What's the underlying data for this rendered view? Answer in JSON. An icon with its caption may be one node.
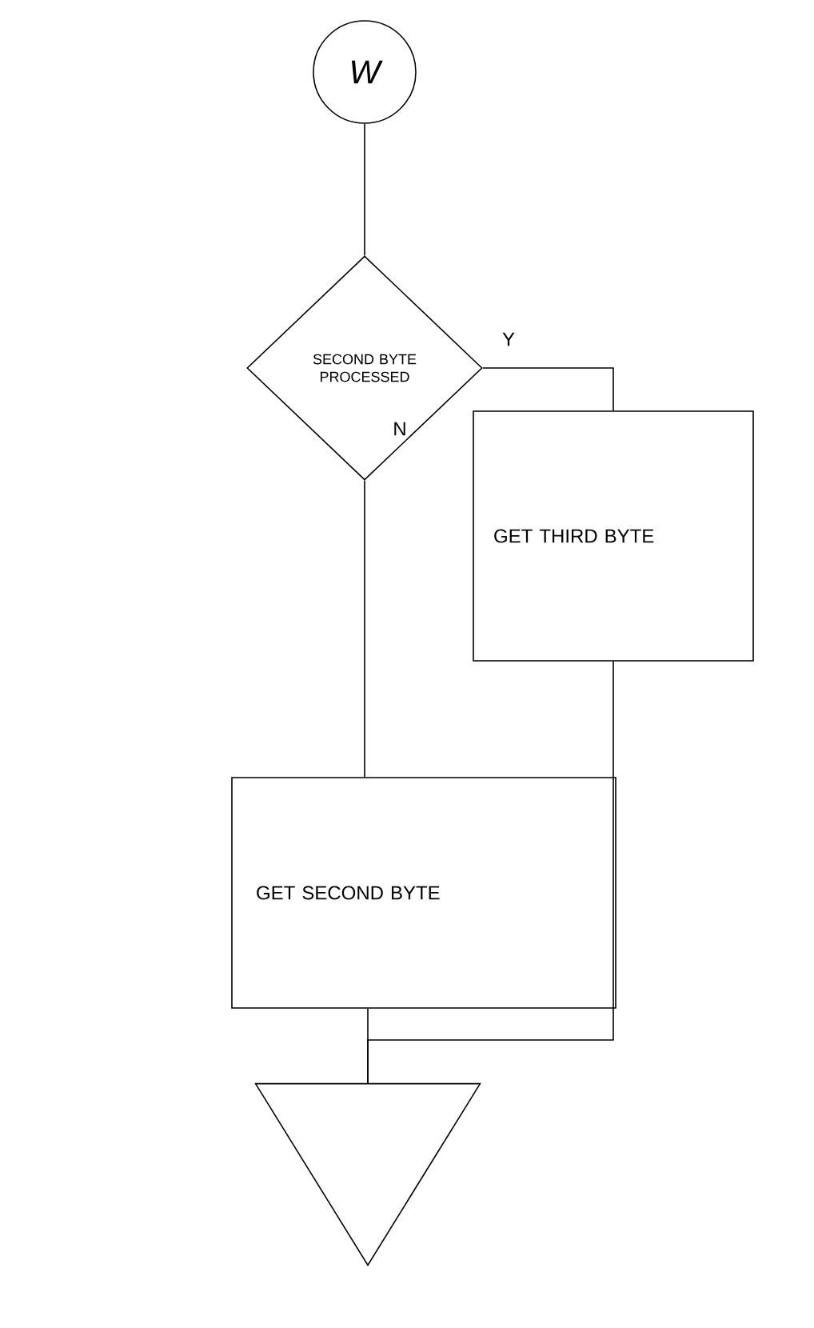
{
  "diagram": {
    "nodes": [
      {
        "text": [
          "W"
        ]
      },
      {
        "text": [
          "SECOND BYTE PROCESSED"
        ]
      },
      {
        "text": [
          "GET THIRD BYTE"
        ]
      },
      {
        "text": [
          "GET SECOND BYTE"
        ]
      },
      {
        "text": [],
        "shape": "triangle"
      }
    ],
    "edges": [
      {
        "from": 0,
        "to": 1,
        "arrow": "none"
      },
      {
        "from": 1,
        "to": 2,
        "arrow": "none",
        "label": "Y"
      },
      {
        "from": 1,
        "to": 3,
        "arrow": "none",
        "label": "N"
      },
      {
        "from": 2,
        "to": 4,
        "arrow": "none"
      },
      {
        "from": 3,
        "to": 4,
        "arrow": "none"
      }
    ]
  }
}
